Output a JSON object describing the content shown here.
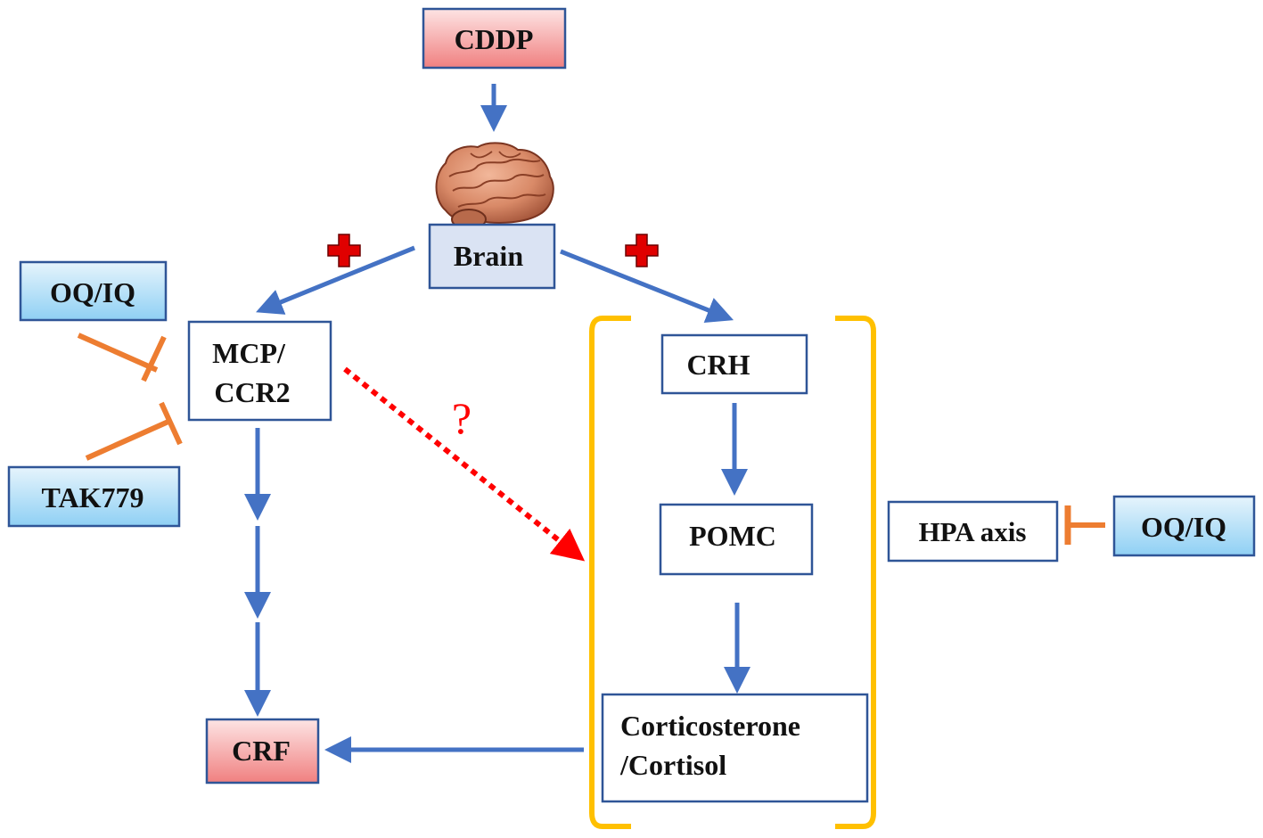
{
  "nodes": {
    "cddp": "CDDP",
    "brain": "Brain",
    "oqiq_left": "OQ/IQ",
    "tak779": "TAK779",
    "mcp_line1": "MCP/",
    "mcp_line2": "CCR2",
    "crh": "CRH",
    "pomc": "POMC",
    "cort_line1": "Corticosterone",
    "cort_line2": "/Cortisol",
    "crf": "CRF",
    "hpa": "HPA axis",
    "oqiq_right": "OQ/IQ"
  },
  "annotations": {
    "question": "?"
  },
  "colors": {
    "arrow": "#4472c4",
    "inhibit": "#ed7d31",
    "bracket": "#ffc000",
    "dashed": "#ff0000",
    "plus": "#e00000",
    "box_border": "#2f5597",
    "red_box_light": "#fde4e4",
    "red_box_dark": "#f08080",
    "blue_box_light": "#e6f4fc",
    "blue_box_dark": "#8fd0f4",
    "brain_box": "#dae3f3"
  },
  "icons": {
    "brain": "brain-icon",
    "plus": "plus-icon"
  }
}
